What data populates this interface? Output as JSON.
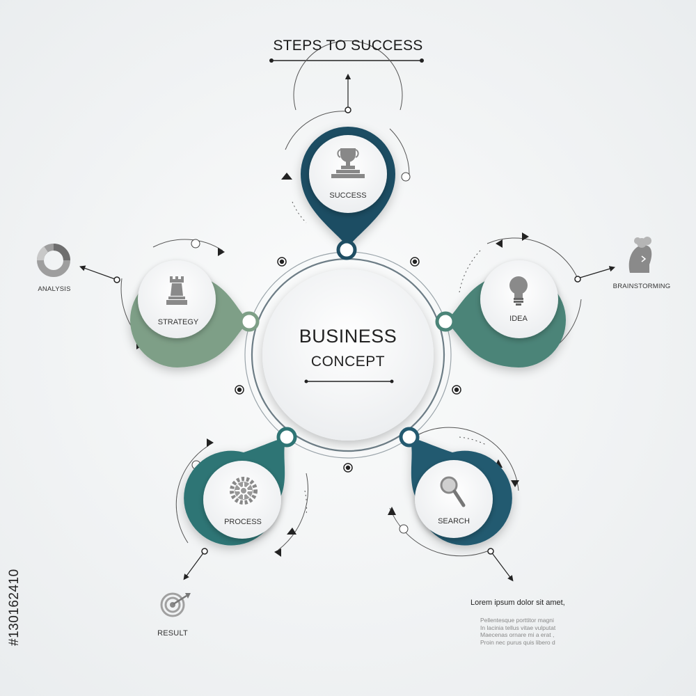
{
  "title": "STEPS TO SUCCESS",
  "center": {
    "line1": "BUSINESS",
    "line2": "CONCEPT"
  },
  "steps": [
    {
      "label": "SUCCESS",
      "icon": "trophy-icon",
      "color": "#1f4e63"
    },
    {
      "label": "IDEA",
      "icon": "lightbulb-icon",
      "color": "#4b8478"
    },
    {
      "label": "SEARCH",
      "icon": "magnifier-icon",
      "color": "#245a70"
    },
    {
      "label": "PROCESS",
      "icon": "gear-icon",
      "color": "#2e7474"
    },
    {
      "label": "STRATEGY",
      "icon": "chess-rook-icon",
      "color": "#7e9f87"
    }
  ],
  "side_labels": {
    "analysis": "ANALYSIS",
    "brainstorming": "BRAINSTORMING",
    "result": "RESULT"
  },
  "text_block": {
    "title": "Lorem ipsum dolor sit amet,",
    "lines": [
      "Pellentesque porttitor magni",
      "In lacinia tellus vitae vulputat",
      "Maecenas ornare mi a erat ,",
      "Proin nec purus quis libero d"
    ]
  },
  "stock_id": "#130162410"
}
